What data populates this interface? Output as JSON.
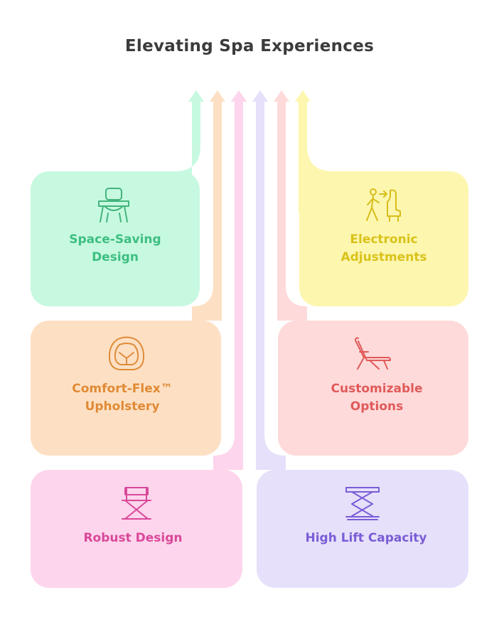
{
  "title": "Elevating Spa Experiences",
  "features": [
    {
      "id": "space-saving",
      "label": "Space-Saving\nDesign",
      "icon": "high-chair-icon",
      "fill": "#c7f9e0",
      "text": "#3dbf80",
      "stroke": "#43b47c"
    },
    {
      "id": "electronic",
      "label": "Electronic\nAdjustments",
      "icon": "person-to-seat-icon",
      "fill": "#fdf6ae",
      "text": "#d9c21a",
      "stroke": "#d6bd1a"
    },
    {
      "id": "comfort-flex",
      "label": "Comfort-Flex™\nUpholstery",
      "icon": "car-seat-icon",
      "fill": "#fde0c4",
      "text": "#e08a35",
      "stroke": "#de8c3a"
    },
    {
      "id": "customizable",
      "label": "Customizable\nOptions",
      "icon": "recliner-chair-icon",
      "fill": "#ffdada",
      "text": "#e05a5a",
      "stroke": "#e05a5a"
    },
    {
      "id": "robust",
      "label": "Robust Design",
      "icon": "director-chair-icon",
      "fill": "#fdd5ec",
      "text": "#d9489a",
      "stroke": "#d9489a"
    },
    {
      "id": "high-lift",
      "label": "High Lift Capacity",
      "icon": "scissor-lift-icon",
      "fill": "#e6e0fb",
      "text": "#7a5cd6",
      "stroke": "#7a5cd6"
    }
  ]
}
